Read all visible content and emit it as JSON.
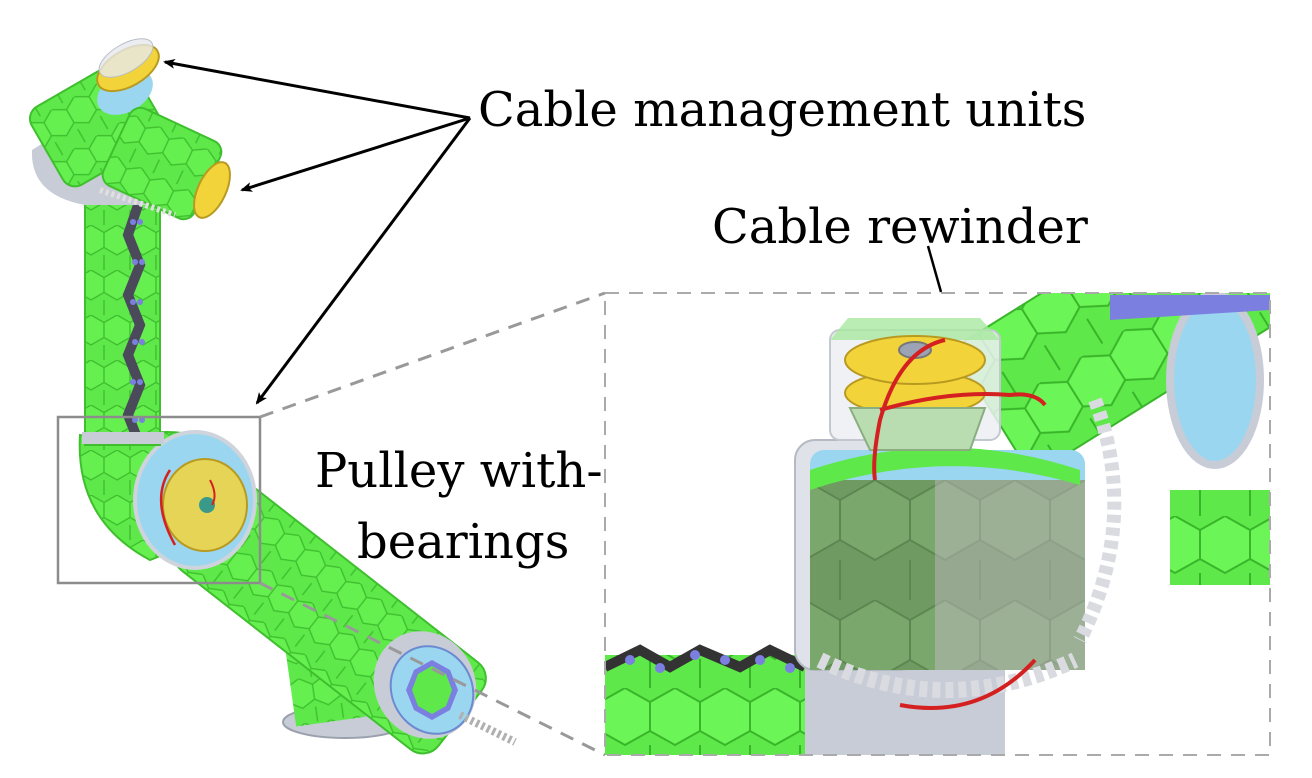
{
  "figure": {
    "type": "annotated-robot-diagram",
    "subject": "robot arm with hexagonal tactile skin and cable management"
  },
  "labels": {
    "cable_management_units": "Cable management units",
    "cable_rewinder": "Cable rewinder",
    "pulley_line1": "Pulley with-",
    "pulley_line2": "bearings"
  },
  "annotations": {
    "cable_management_arrow_count": 3,
    "zoom_callout": "dashed box magnifying the highlighted elbow joint"
  },
  "colors": {
    "skin_green": "#5ee84a",
    "skin_dark_green": "#3fbf2e",
    "joint_blue": "#9ad6f0",
    "pulley_yellow": "#f2d43a",
    "metal_gray": "#c8ccd6",
    "cable_red": "#d42020",
    "fastener_blue": "#7b7fe0",
    "callout_gray": "#999999"
  }
}
